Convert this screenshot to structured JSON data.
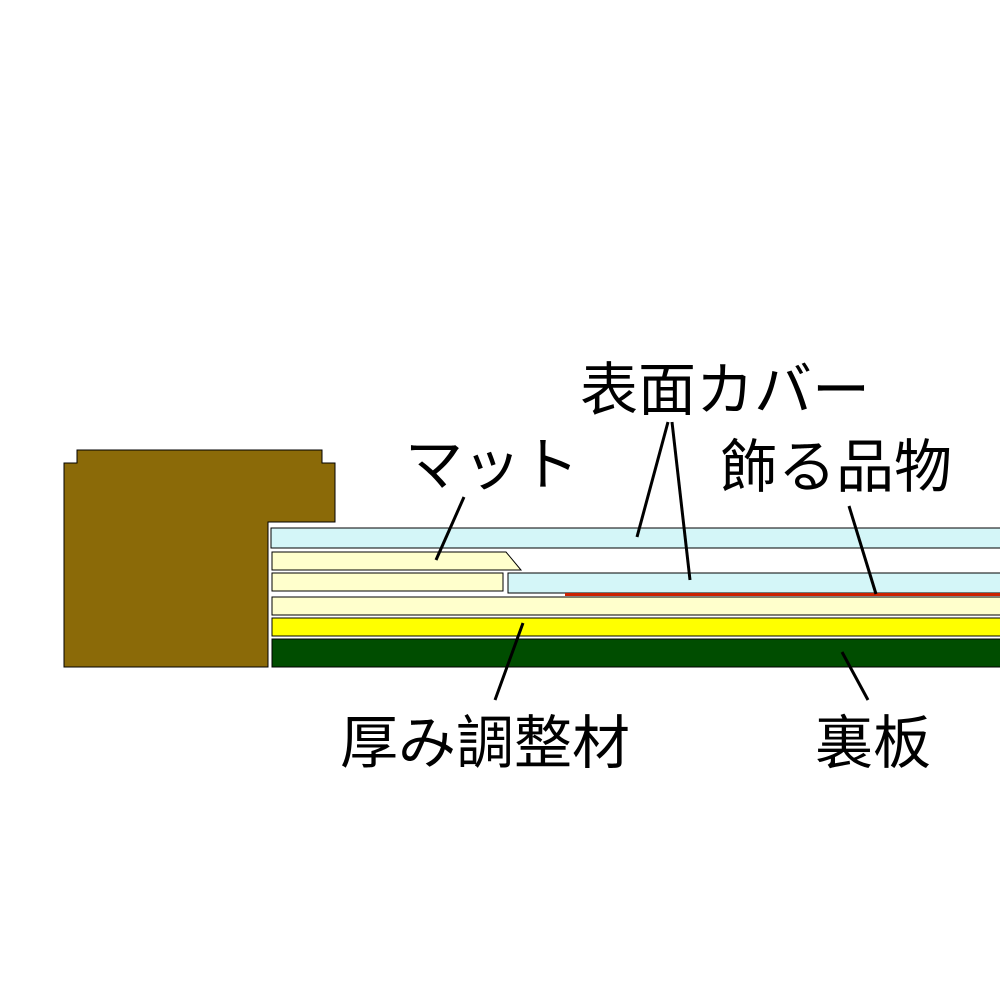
{
  "labels": {
    "cover": "表面カバー",
    "mat": "マット",
    "item": "飾る品物",
    "spacer": "厚み調整材",
    "backboard": "裏板"
  },
  "colors": {
    "frame": "#8B6A08",
    "cover_glass": "#D4F6F8",
    "mat": "#FFFFCC",
    "item": "#CC2200",
    "spacer": "#FFFF00",
    "backboard": "#004D00",
    "outline": "#000000",
    "background": "#FFFFFF"
  }
}
